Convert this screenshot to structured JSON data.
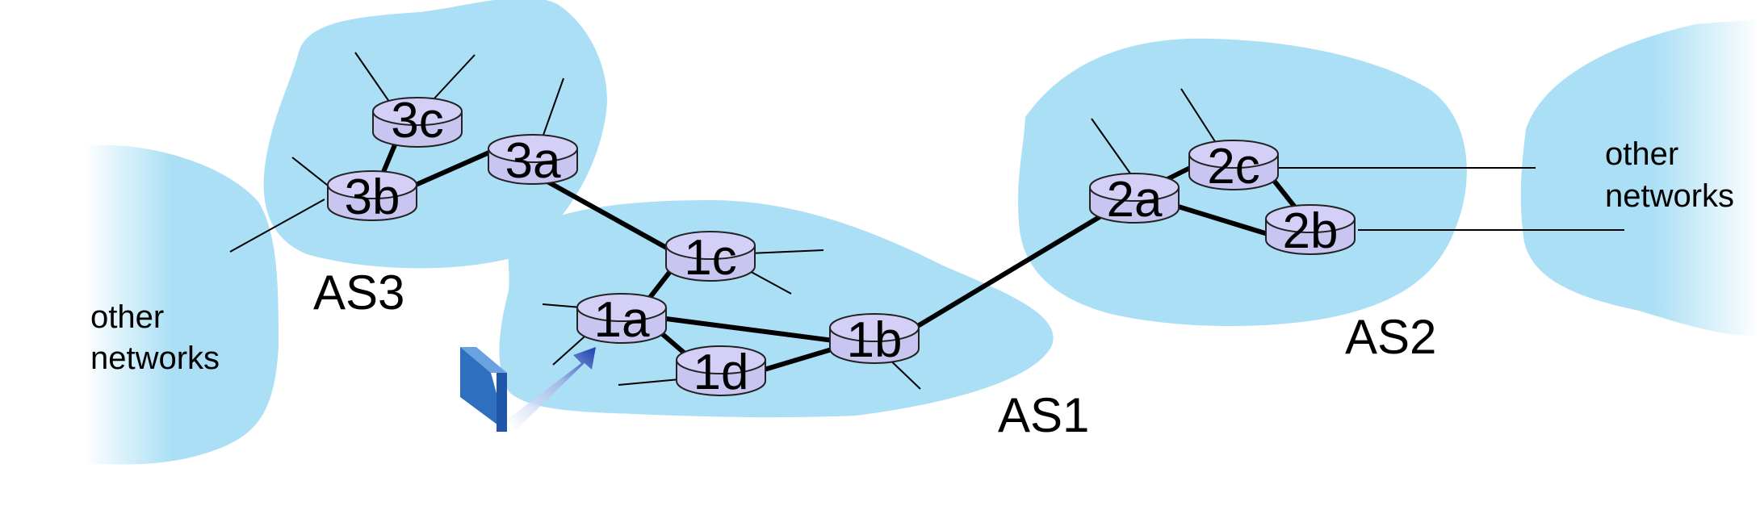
{
  "as_labels": {
    "as1": "AS1",
    "as2": "AS2",
    "as3": "AS3"
  },
  "routers": {
    "r3c": "3c",
    "r3b": "3b",
    "r3a": "3a",
    "r1c": "1c",
    "r1a": "1a",
    "r1d": "1d",
    "r1b": "1b",
    "r2a": "2a",
    "r2c": "2c",
    "r2b": "2b"
  },
  "other_networks": {
    "left": {
      "line1": "other",
      "line2": "networks"
    },
    "right": {
      "line1": "other",
      "line2": "networks"
    }
  },
  "colors": {
    "as_fill": "#aadff5",
    "router_fill": "#c9c5f1",
    "router_stroke": "#222222",
    "host_blue": "#2e6fc0",
    "arrow_blue": "#1f3fae"
  }
}
